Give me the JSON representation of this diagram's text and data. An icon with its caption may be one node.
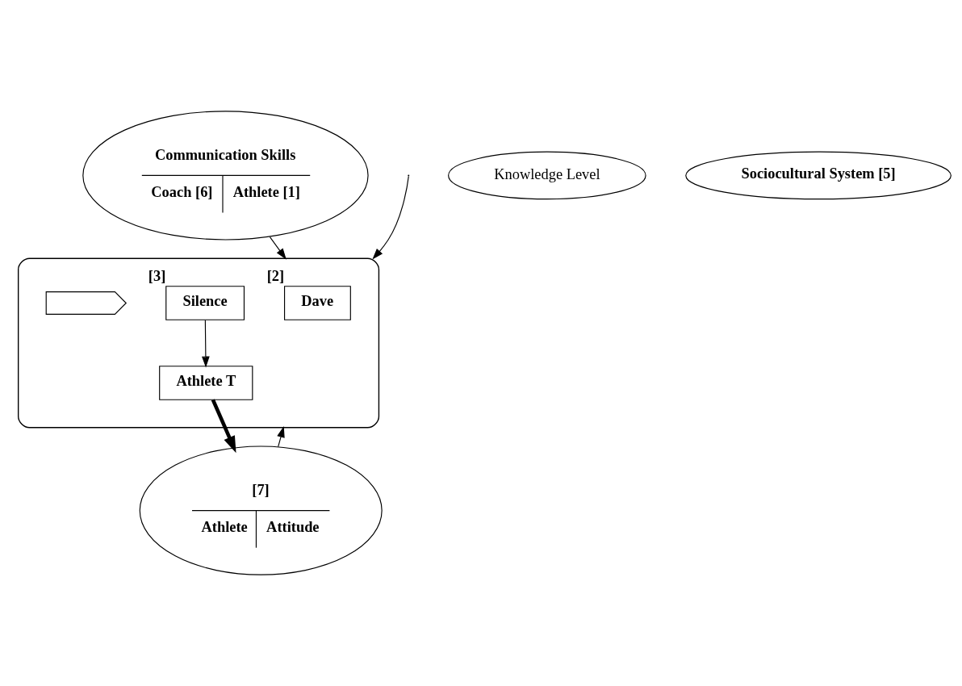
{
  "diagram": {
    "nodes": [
      {
        "text": [
          "Communication Skills",
          "Coach [6]",
          "Athlete [1]"
        ]
      },
      {
        "text": [
          "Knowledge Level"
        ]
      },
      {
        "text": [],
        "shape": "ellipse"
      },
      {
        "text": [
          "Dave"
        ],
        "in": 2,
        "beside": [
          "[2]"
        ]
      },
      {
        "text": [
          "Silence"
        ],
        "in": 2,
        "beside": [
          "[3]"
        ]
      },
      {
        "text": [
          "Athlete T"
        ],
        "in": 2
      },
      {
        "text": [],
        "shape": "chevron",
        "in": 2
      },
      {
        "text": [
          "Sociocultural System [5]"
        ]
      },
      {
        "text": [
          "[7]",
          "Athlete",
          "Attitude"
        ]
      }
    ],
    "edges": [
      {
        "from": 0,
        "to": 2,
        "arrow": "to"
      },
      {
        "from": null,
        "to": 2,
        "arrow": "to"
      },
      {
        "from": 4,
        "to": 5,
        "arrow": "to"
      },
      {
        "from": 5,
        "to": 8,
        "arrow": "to",
        "style": "thick"
      },
      {
        "from": 8,
        "to": 2,
        "arrow": "to"
      }
    ]
  }
}
